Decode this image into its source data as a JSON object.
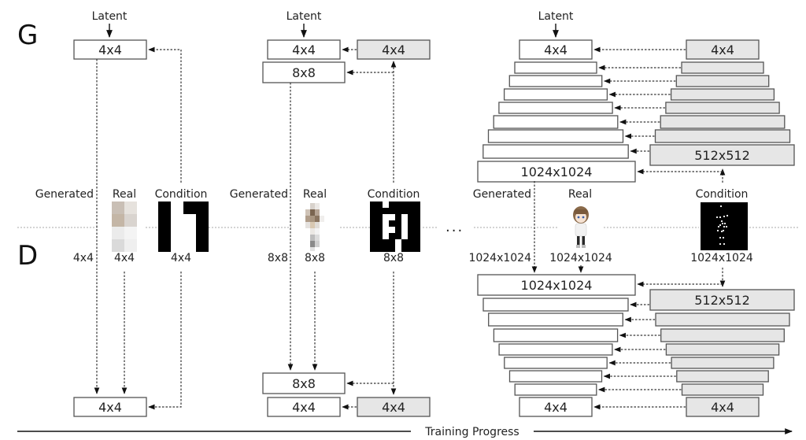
{
  "section_labels": {
    "generator": "G",
    "discriminator": "D"
  },
  "latent_label": "Latent",
  "column_headers": {
    "generated": "Generated",
    "real": "Real",
    "condition": "Condition"
  },
  "ellipsis": "...",
  "progress_label": "Training Progress",
  "colors": {
    "layer_fill": "#ffffff",
    "condition_layer_fill": "#e6e6e6",
    "line": "#333333"
  },
  "stages": [
    {
      "name": "stage-1",
      "resolution": "4x4",
      "generator_layers": [
        "4x4"
      ],
      "condition_encoder_layers": [],
      "discriminator_layers": [
        "4x4"
      ],
      "condition_discriminator_layers": [],
      "image_sizes": {
        "generated": "4x4",
        "real": "4x4",
        "condition": "4x4"
      }
    },
    {
      "name": "stage-2",
      "resolution": "8x8",
      "generator_layers": [
        "4x4",
        "8x8"
      ],
      "condition_encoder_layers": [
        "4x4"
      ],
      "discriminator_layers": [
        "8x8",
        "4x4"
      ],
      "condition_discriminator_layers": [
        "4x4"
      ],
      "image_sizes": {
        "generated": "8x8",
        "real": "8x8",
        "condition": "8x8"
      }
    },
    {
      "name": "stage-final",
      "resolution": "1024x1024",
      "generator_layers": [
        "4x4",
        "",
        "",
        "",
        "",
        "",
        "",
        "",
        "1024x1024"
      ],
      "condition_encoder_layers": [
        "4x4",
        "",
        "",
        "",
        "",
        "",
        "",
        "512x512"
      ],
      "discriminator_layers": [
        "1024x1024",
        "",
        "",
        "",
        "",
        "",
        "",
        "",
        "4x4"
      ],
      "condition_discriminator_layers": [
        "512x512",
        "",
        "",
        "",
        "",
        "",
        "",
        "4x4"
      ],
      "image_sizes": {
        "generated": "1024x1024",
        "real": "1024x1024",
        "condition": "1024x1024"
      }
    }
  ]
}
